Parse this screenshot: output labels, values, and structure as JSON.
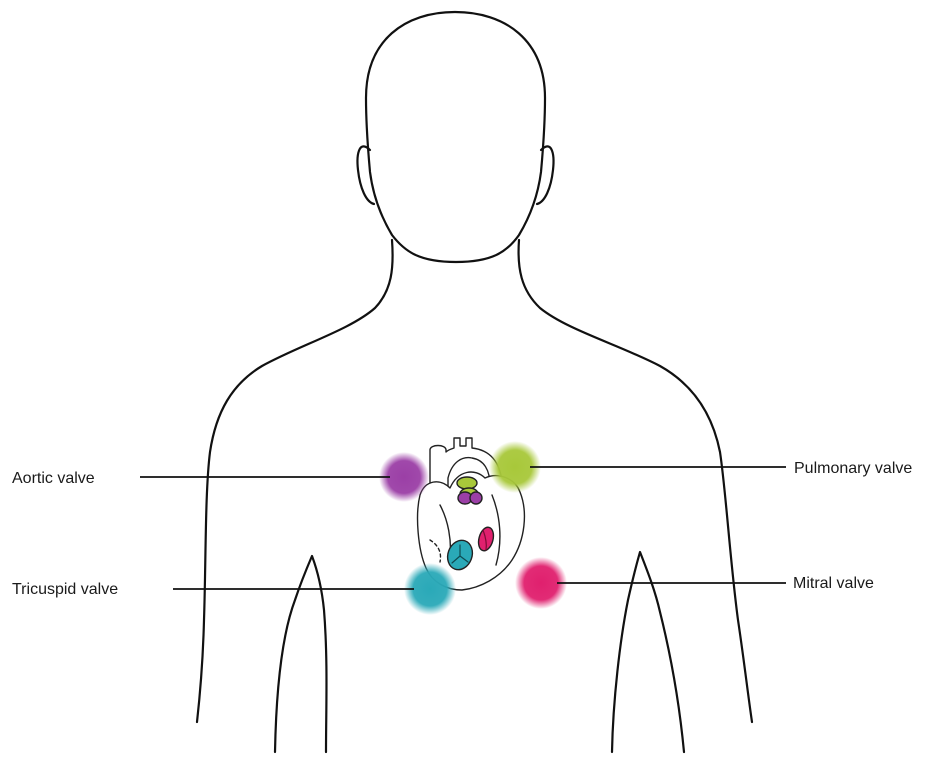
{
  "labels": {
    "aortic": "Aortic valve",
    "tricuspid": "Tricuspid valve",
    "pulmonary": "Pulmonary valve",
    "mitral": "Mitral valve"
  },
  "colors": {
    "aortic": "#9b3fa6",
    "pulmonary": "#a8c83a",
    "tricuspid": "#2aa9b8",
    "mitral": "#e0206e",
    "outline": "#111111",
    "leader_line": "#111111"
  }
}
